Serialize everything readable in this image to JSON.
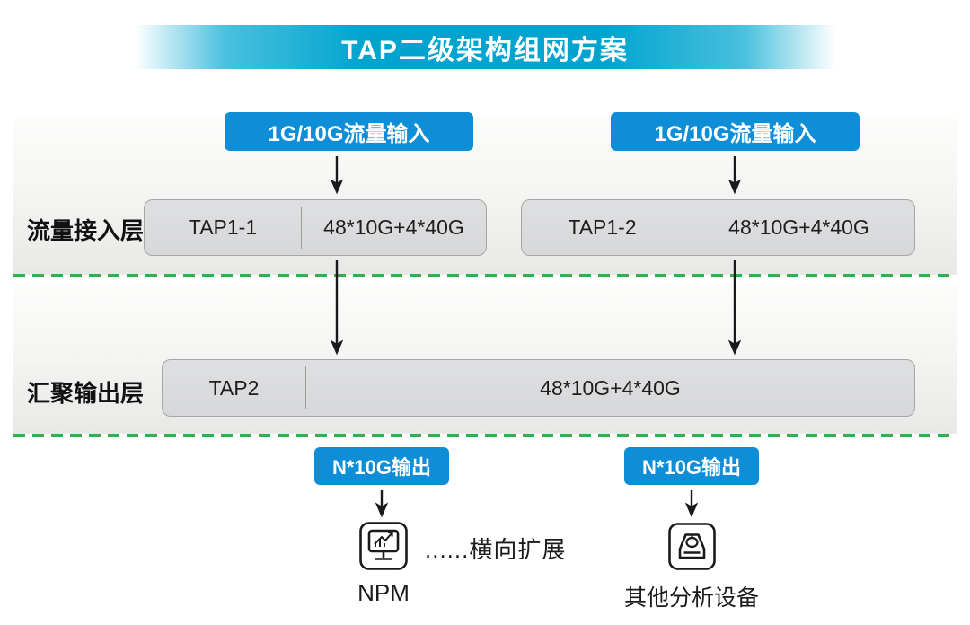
{
  "diagram": {
    "title": "TAP二级架构组网方案",
    "inputs": [
      {
        "label": "1G/10G流量输入"
      },
      {
        "label": "1G/10G流量输入"
      }
    ],
    "layers": [
      {
        "label": "流量接入层"
      },
      {
        "label": "汇聚输出层"
      }
    ],
    "devices": [
      {
        "name": "TAP1-1",
        "ports": "48*10G+4*40G"
      },
      {
        "name": "TAP1-2",
        "ports": "48*10G+4*40G"
      },
      {
        "name": "TAP2",
        "ports": "48*10G+4*40G"
      }
    ],
    "outputs": [
      {
        "label": "N*10G输出"
      },
      {
        "label": "N*10G输出"
      }
    ],
    "endpoints": [
      {
        "label": "NPM",
        "icon": "npm-monitor-icon",
        "note": "......横向扩展"
      },
      {
        "label": "其他分析设备",
        "icon": "analysis-device-icon"
      }
    ],
    "colors": {
      "banner_cyan": "#00a4cf",
      "label_blue": "#0e8ed6",
      "dashed_green": "#3aab4e",
      "device_fill": "#dadbdd",
      "band_bottom_gray": "#e8e8e6",
      "arrow_black": "#1a1a1a"
    }
  }
}
